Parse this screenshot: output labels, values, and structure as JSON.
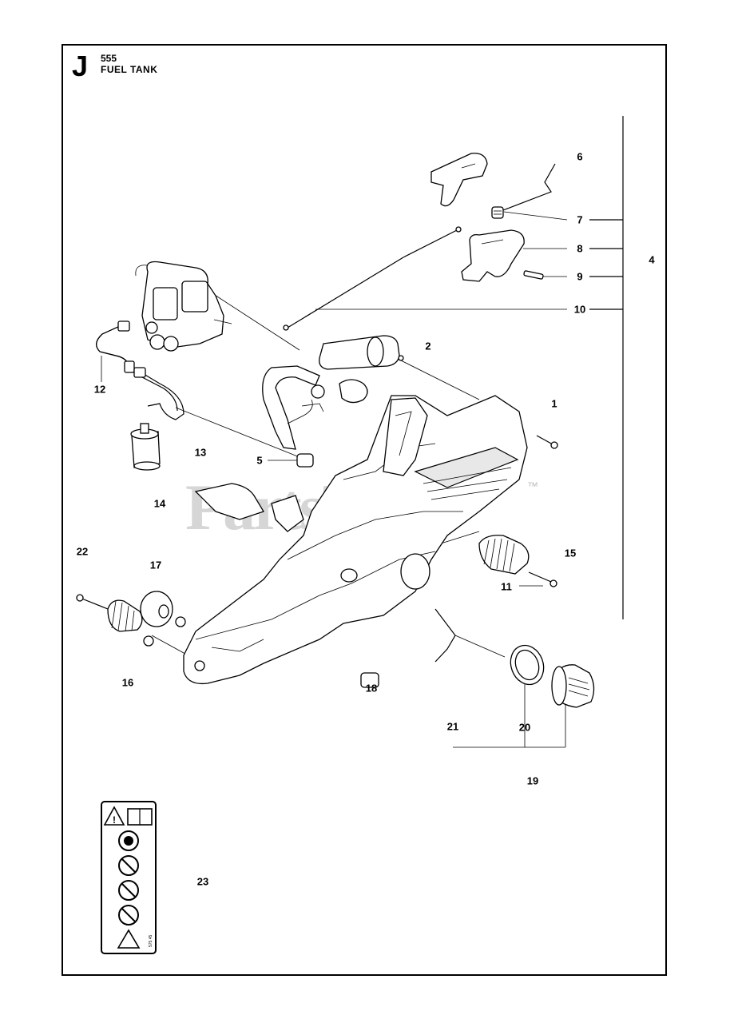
{
  "header": {
    "section_letter": "J",
    "model": "555",
    "title": "FUEL TANK"
  },
  "watermark": {
    "text": "PartsTree",
    "trademark": "™"
  },
  "callouts": {
    "c1": "1",
    "c2": "2",
    "c4": "4",
    "c5": "5",
    "c6": "6",
    "c7": "7",
    "c8": "8",
    "c9": "9",
    "c10": "10",
    "c11": "11",
    "c12": "12",
    "c13": "13",
    "c14": "14",
    "c15": "15",
    "c16": "16",
    "c17": "17",
    "c18": "18",
    "c19": "19",
    "c20": "20",
    "c21": "21",
    "c22": "22",
    "c23": "23"
  },
  "decal_code": "575 45"
}
